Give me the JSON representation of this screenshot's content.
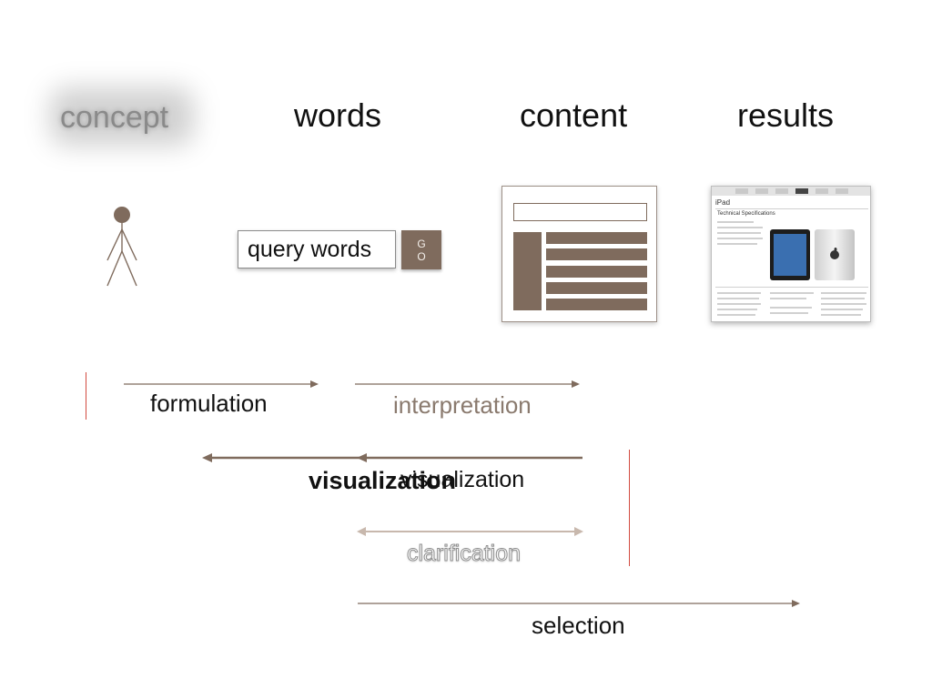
{
  "headings": {
    "concept": "concept",
    "words": "words",
    "content": "content",
    "results": "results"
  },
  "query": {
    "text": "query words",
    "go_label": "GO"
  },
  "results_screenshot": {
    "product": "iPad",
    "section_title": "Technical Specifications"
  },
  "stages": {
    "formulation": "formulation",
    "interpretation": "interpretation",
    "visualization_overlay": "visualization",
    "visualization": "visualization",
    "clarification": "clarification",
    "selection": "selection"
  },
  "colors": {
    "brown": "#7f6b5d",
    "light_brown": "#c8b8ad",
    "marker_red": "#d24a3f",
    "interpretation_text": "#8a7a6e"
  },
  "icons": {
    "user": "person-icon"
  }
}
